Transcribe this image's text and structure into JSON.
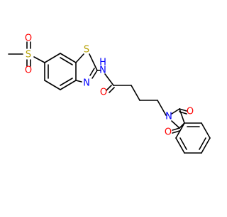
{
  "molecule": {
    "atom_labels": {
      "sulfur_ring": "S",
      "sulfur_sulfonyl": "S",
      "oxygen_sulfonyl_top": "O",
      "oxygen_sulfonyl_bottom": "O",
      "nitrogen_ring": "N",
      "nitrogen_amide": "N",
      "hydrogen_amide": "H",
      "oxygen_amide": "O",
      "nitrogen_imide": "N",
      "oxygen_imide_top": "O",
      "oxygen_imide_bottom": "O"
    },
    "colors": {
      "bond": "#000000",
      "sulfur": "#b5a000",
      "oxygen": "#ff0000",
      "nitrogen": "#0000ff"
    }
  }
}
